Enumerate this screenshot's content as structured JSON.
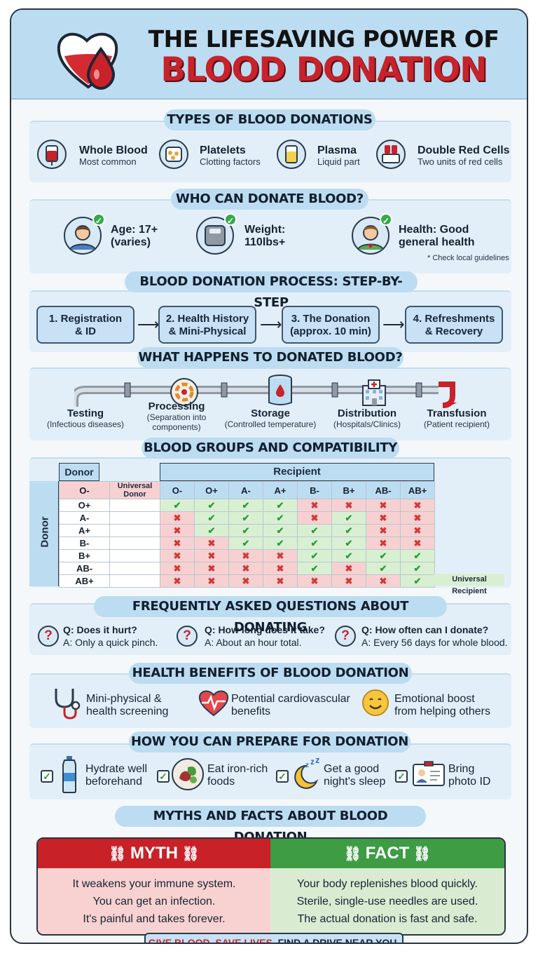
{
  "header": {
    "title_line1": "THE LIFESAVING POWER OF",
    "title_line2": "BLOOD DONATION"
  },
  "types": {
    "title": "TYPES OF BLOOD DONATIONS",
    "items": [
      {
        "label": "Whole Blood",
        "sub": "Most common",
        "icon": "blood-bag-icon"
      },
      {
        "label": "Platelets",
        "sub": "Clotting factors",
        "icon": "platelets-icon"
      },
      {
        "label": "Plasma",
        "sub": "Liquid part",
        "icon": "plasma-bag-icon"
      },
      {
        "label": "Double Red Cells",
        "sub": "Two units of red cells",
        "icon": "apheresis-machine-icon"
      }
    ]
  },
  "eligibility": {
    "title": "WHO CAN DONATE BLOOD?",
    "items": [
      {
        "label": "Age: 17+\n(varies)",
        "icon": "person-icon"
      },
      {
        "label": "Weight:\n110lbs+",
        "icon": "scale-icon"
      },
      {
        "label": "Health: Good\ngeneral health",
        "icon": "healthy-person-icon"
      }
    ],
    "note": "* Check local guidelines"
  },
  "process": {
    "title": "BLOOD DONATION PROCESS: STEP-BY-STEP",
    "steps": [
      "1. Registration\n& ID",
      "2. Health History\n& Mini-Physical",
      "3. The Donation\n(approx. 10 min)",
      "4. Refreshments\n& Recovery"
    ]
  },
  "journey": {
    "title": "WHAT HAPPENS TO DONATED BLOOD?",
    "stages": [
      {
        "label": "Testing",
        "sub": "(Infectious diseases)"
      },
      {
        "label": "Processing",
        "sub": "(Separation into\ncomponents)"
      },
      {
        "label": "Storage",
        "sub": "(Controlled temperature)"
      },
      {
        "label": "Distribution",
        "sub": "(Hospitals/Clinics)"
      },
      {
        "label": "Transfusion",
        "sub": "(Patient recipient)"
      }
    ]
  },
  "compat": {
    "title": "BLOOD GROUPS AND COMPATIBILITY",
    "donor_label": "Donor",
    "donor_side_label": "Donor",
    "recipient_label": "Recipient",
    "universal_donor": "Universal Donor",
    "universal_recipient": "Universal Recipient",
    "groups": [
      "O-",
      "O+",
      "A-",
      "A+",
      "B-",
      "B+",
      "AB-",
      "AB+"
    ],
    "rows": [
      {
        "donor": "O+",
        "cells": [
          1,
          1,
          1,
          1,
          0,
          0,
          0,
          0
        ]
      },
      {
        "donor": "A-",
        "cells": [
          0,
          1,
          1,
          1,
          0,
          1,
          0,
          0
        ]
      },
      {
        "donor": "A+",
        "cells": [
          0,
          1,
          1,
          1,
          1,
          1,
          0,
          0
        ]
      },
      {
        "donor": "B-",
        "cells": [
          0,
          0,
          1,
          1,
          1,
          1,
          0,
          0
        ]
      },
      {
        "donor": "B+",
        "cells": [
          0,
          0,
          0,
          0,
          1,
          1,
          1,
          1
        ]
      },
      {
        "donor": "AB-",
        "cells": [
          0,
          0,
          0,
          0,
          1,
          0,
          1,
          1
        ]
      },
      {
        "donor": "AB+",
        "cells": [
          0,
          0,
          0,
          0,
          0,
          0,
          0,
          1
        ]
      }
    ]
  },
  "faq": {
    "title": "FREQUENTLY ASKED QUESTIONS ABOUT DONATING",
    "items": [
      {
        "q": "Q: Does it hurt?",
        "a": "A: Only a quick pinch."
      },
      {
        "q": "Q: How long does it take?",
        "a": "A: About an hour total."
      },
      {
        "q": "Q: How often can I donate?",
        "a": "A: Every 56 days for whole blood."
      }
    ]
  },
  "benefits": {
    "title": "HEALTH BENEFITS OF BLOOD DONATION",
    "items": [
      {
        "label": "Mini-physical &\nhealth screening",
        "icon": "stethoscope-icon"
      },
      {
        "label": "Potential cardiovascular\nbenefits",
        "icon": "heart-pulse-icon"
      },
      {
        "label": "Emotional boost\nfrom helping others",
        "icon": "smiley-icon"
      }
    ]
  },
  "prepare": {
    "title": "HOW YOU CAN PREPARE FOR DONATION",
    "items": [
      {
        "label": "Hydrate well\nbeforehand",
        "icon": "water-bottle-icon"
      },
      {
        "label": "Eat iron-rich\nfoods",
        "icon": "iron-foods-icon"
      },
      {
        "label": "Get a good\nnight's sleep",
        "icon": "moon-sleep-icon"
      },
      {
        "label": "Bring\nphoto ID",
        "icon": "id-card-icon"
      }
    ]
  },
  "myths": {
    "title": "MYTHS AND FACTS ABOUT BLOOD DONATION",
    "myth_head": "MYTH",
    "fact_head": "FACT",
    "myths": [
      "It weakens your immune system.",
      "You can get an infection.",
      "It's painful and takes forever."
    ],
    "facts": [
      "Your body replenishes blood quickly.",
      "Sterile, single-use needles are used.",
      "The actual donation is fast and safe."
    ]
  },
  "footer": {
    "red": "GIVE BLOOD. SAVE LIVES.",
    "dark": "FIND A DRIVE NEAR YOU."
  },
  "colors": {
    "brand_red": "#c8222b",
    "fact_green": "#3d9c44",
    "header_blue": "#bcdcf1"
  }
}
